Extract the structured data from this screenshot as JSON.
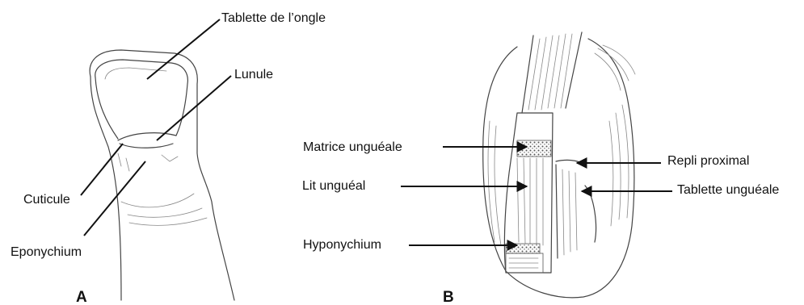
{
  "panel_a": {
    "letter": "A",
    "labels": {
      "nail_plate": "Tablette de l’ongle",
      "lunula": "Lunule",
      "cuticle": "Cuticule",
      "eponychium": "Eponychium"
    }
  },
  "panel_b": {
    "letter": "B",
    "labels": {
      "nail_matrix": "Matrice unguéale",
      "nail_bed": "Lit unguéal",
      "hyponychium": "Hyponychium",
      "proximal_fold": "Repli proximal",
      "nail_plate": "Tablette unguéale"
    }
  }
}
